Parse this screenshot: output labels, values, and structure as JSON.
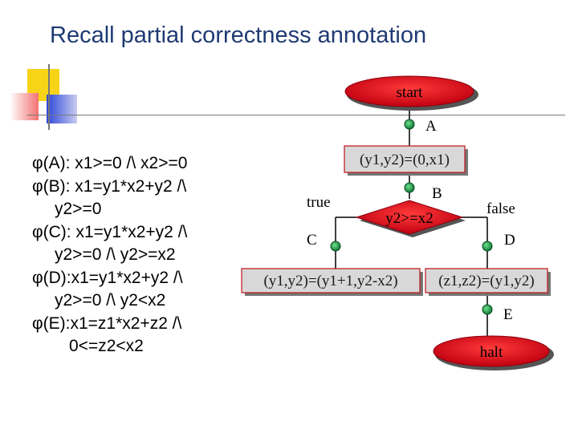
{
  "title": "Recall partial correctness annotation",
  "annotations": [
    {
      "phi": "φ",
      "text": "(A): x1>=0 /\\ x2>=0"
    },
    {
      "phi": "φ",
      "text": "(B): x1=y1*x2+y2 /\\"
    },
    {
      "phi": "",
      "text": "y2>=0"
    },
    {
      "phi": "φ",
      "text": "(C): x1=y1*x2+y2 /\\"
    },
    {
      "phi": "",
      "text": "y2>=0 /\\ y2>=x2"
    },
    {
      "phi": "φ",
      "text": "(D):x1=y1*x2+y2 /\\"
    },
    {
      "phi": "",
      "text": "y2>=0 /\\ y2<x2"
    },
    {
      "phi": "φ",
      "text": "(E):x1=z1*x2+z2 /\\"
    },
    {
      "phi": "",
      "text": "0<=z2<x2"
    }
  ],
  "flowchart": {
    "start": "start",
    "point_a": "A",
    "assign1": "(y1,y2)=(0,x1)",
    "point_b": "B",
    "decision": "y2>=x2",
    "true_label": "true",
    "false_label": "false",
    "point_c": "C",
    "point_d": "D",
    "assign2": "(y1,y2)=(y1+1,y2-x2)",
    "assign3": "(z1,z2)=(y1,y2)",
    "point_e": "E",
    "halt": "halt"
  },
  "colors": {
    "title": "#1f3a73",
    "terminal": "#d8101a",
    "box_fill": "#d6d6d6",
    "box_border": "#c01018",
    "point": "#1a9a4a",
    "diamond": "#d8101a",
    "deco_yellow": "#f7d417",
    "deco_red": "#f03030",
    "deco_blue": "#2040d0"
  }
}
